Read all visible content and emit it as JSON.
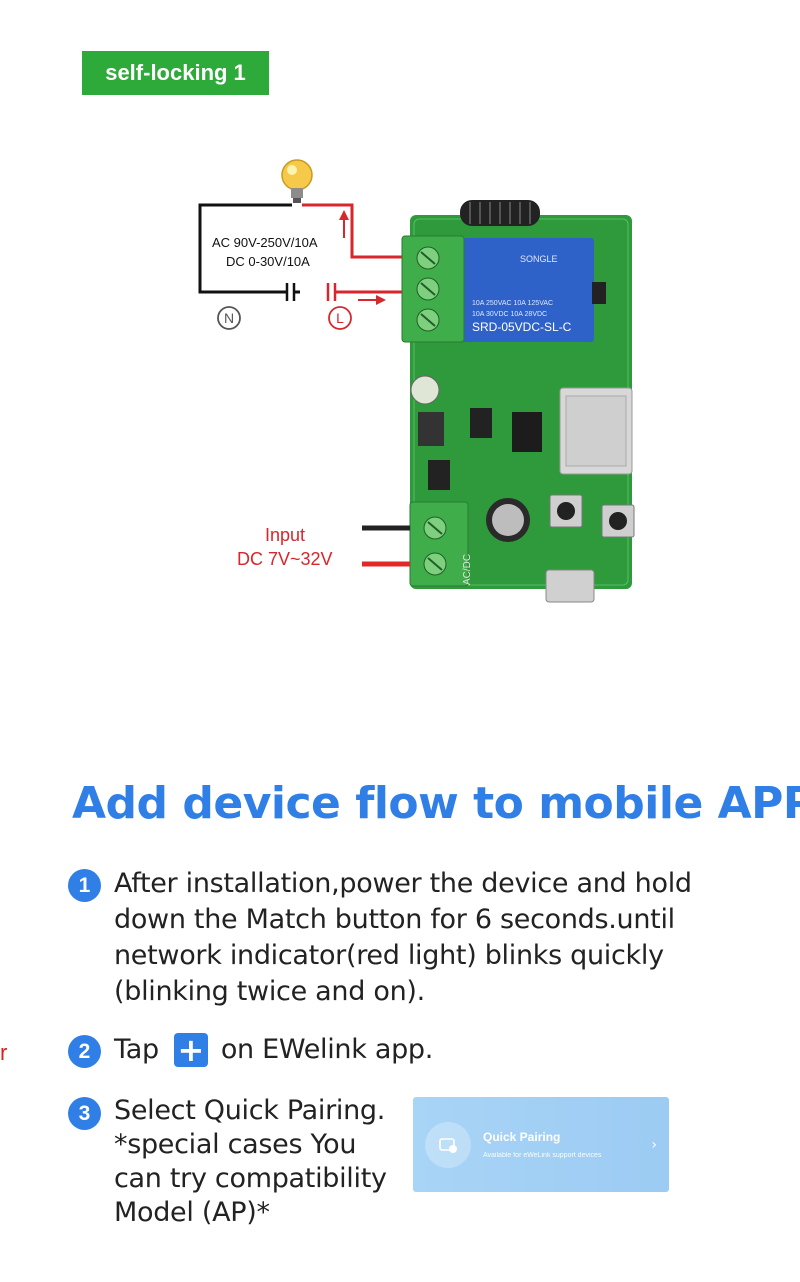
{
  "tag": {
    "label": "self-locking 1"
  },
  "diagram": {
    "voltage_ac": "AC 90V-250V/10A",
    "voltage_dc": "DC 0-30V/10A",
    "neutral_symbol": "N",
    "live_symbol": "L",
    "input_title": "Input",
    "input_range": "DC 7V~32V",
    "relay_brand": "SONGLE",
    "relay_line1": "10A 250VAC 10A 125VAC",
    "relay_line2": "10A 30VDC 10A 28VDC",
    "relay_model": "SRD-05VDC-SL-C",
    "board_label": "AC/DC"
  },
  "cut_text": "r",
  "section": {
    "heading": "Add device flow to mobile APP",
    "steps": [
      {
        "num": "1",
        "text": "After installation,power the device and hold down the Match button for 6 seconds.until network indicator(red light) blinks quickly (blinking twice and on)."
      },
      {
        "num": "2",
        "before": "Tap",
        "plus": "+",
        "after": "on EWelink app."
      },
      {
        "num": "3",
        "text": "Select Quick Pairing. *special cases You can try compatibility Model (AP)*"
      }
    ]
  },
  "quick_pairing_card": {
    "title": "Quick Pairing",
    "subtitle": "Available for eWeLink support devices",
    "chevron": "›"
  },
  "colors": {
    "tag_green": "#2eaa3a",
    "heading_blue": "#2f7fe6",
    "wire_red": "#d8262c",
    "pcb_green": "#2e9a3c",
    "terminal_green": "#3fae4a",
    "relay_blue": "#2f62c8"
  }
}
